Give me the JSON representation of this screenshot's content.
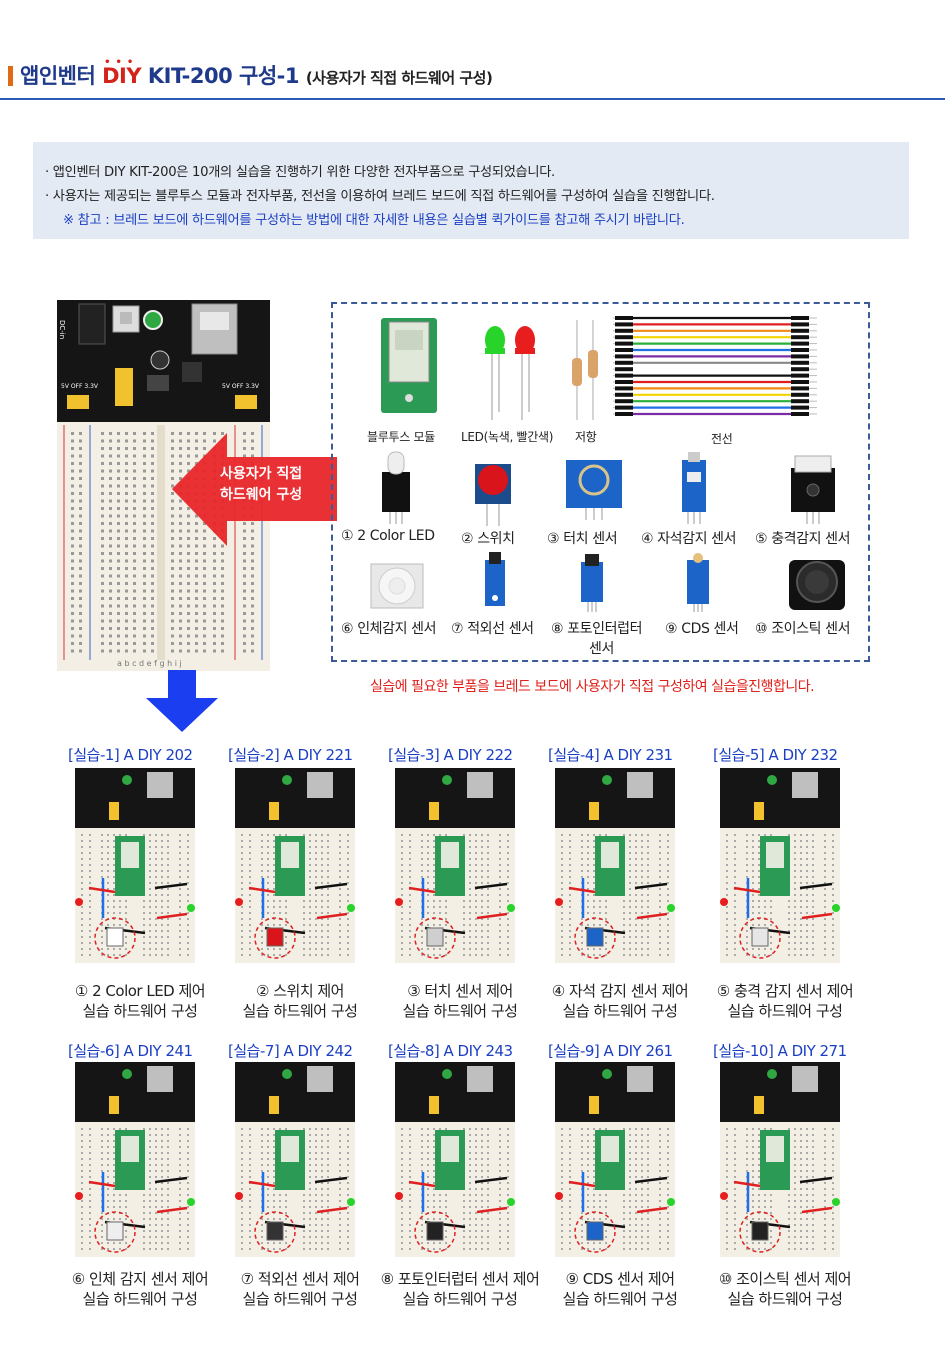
{
  "header": {
    "brand": "앱인벤터",
    "diy": "DIY",
    "kit": "KIT-200 구성-1",
    "subtitle": "(사용자가 직접 하드웨어 구성)"
  },
  "info": {
    "line1": "· 앱인벤터 DIY KIT-200은 10개의 실습을 진행하기 위한 다양한 전자부품으로 구성되었습니다.",
    "line2": "· 사용자는 제공되는 블루투스 모듈과 전자부품, 전선을 이용하여 브레드 보드에 직접 하드웨어를 구성하여 실습을 진행합니다.",
    "note": "※ 참고 : 브레드 보드에 하드웨어를 구성하는 방법에 대한 자세한 내용은 실습별 퀵가이드를 참고해 주시기 바랍니다."
  },
  "breadboard": {
    "left_label": "DC-in",
    "labels_5v": [
      "5V",
      "OFF",
      "3.3V"
    ],
    "bottom_letters": "a b c d e   f g h i j"
  },
  "arrow_text": [
    "사용자가 직접",
    "하드웨어 구성"
  ],
  "parts": {
    "top": [
      "블루투스 모듈",
      "LED(녹색, 빨간색)",
      "저항",
      "전선"
    ],
    "sensors_row1": [
      "① 2 Color LED",
      "② 스위치",
      "③ 터치 센서",
      "④ 자석감지 센서",
      "⑤ 충격감지 센서"
    ],
    "sensors_row2": [
      "⑥ 인체감지 센서",
      "⑦ 적외선 센서",
      "⑧ 포토인터럽터",
      "센서",
      "⑨ CDS 센서",
      "⑩ 조이스틱 센서"
    ]
  },
  "red_note": "실습에 필요한 부품을 브레드 보드에 사용자가 직접 구성하여 실습을진행합니다.",
  "practices": [
    {
      "title": "[실습-1] A DIY 202",
      "cap1": "① 2 Color LED 제어",
      "cap2": "실습 하드웨어 구성"
    },
    {
      "title": "[실습-2] A DIY 221",
      "cap1": "② 스위치 제어",
      "cap2": "실습 하드웨어 구성"
    },
    {
      "title": "[실습-3] A DIY 222",
      "cap1": "③ 터치 센서 제어",
      "cap2": "실습 하드웨어 구성"
    },
    {
      "title": "[실습-4] A DIY 231",
      "cap1": "④ 자석 감지 센서 제어",
      "cap2": "실습 하드웨어 구성"
    },
    {
      "title": "[실습-5] A DIY 232",
      "cap1": "⑤ 충격 감지 센서 제어",
      "cap2": "실습 하드웨어 구성"
    },
    {
      "title": "[실습-6] A DIY 241",
      "cap1": "⑥ 인체 감지 센서 제어",
      "cap2": "실습 하드웨어 구성"
    },
    {
      "title": "[실습-7] A DIY 242",
      "cap1": "⑦ 적외선 센서 제어",
      "cap2": "실습 하드웨어 구성"
    },
    {
      "title": "[실습-8] A DIY 243",
      "cap1": "⑧ 포토인터럽터 센서 제어",
      "cap2": "실습 하드웨어 구성"
    },
    {
      "title": "[실습-9] A DIY 261",
      "cap1": "⑨ CDS 센서 제어",
      "cap2": "실습 하드웨어 구성"
    },
    {
      "title": "[실습-10] A DIY 271",
      "cap1": "⑩ 조이스틱 센서 제어",
      "cap2": "실습 하드웨어 구성"
    }
  ],
  "colors": {
    "title_blue": "#1f3a8a",
    "accent_red": "#d3231b",
    "note_blue": "#1b3fc4",
    "info_bg": "#e4eaf4"
  }
}
